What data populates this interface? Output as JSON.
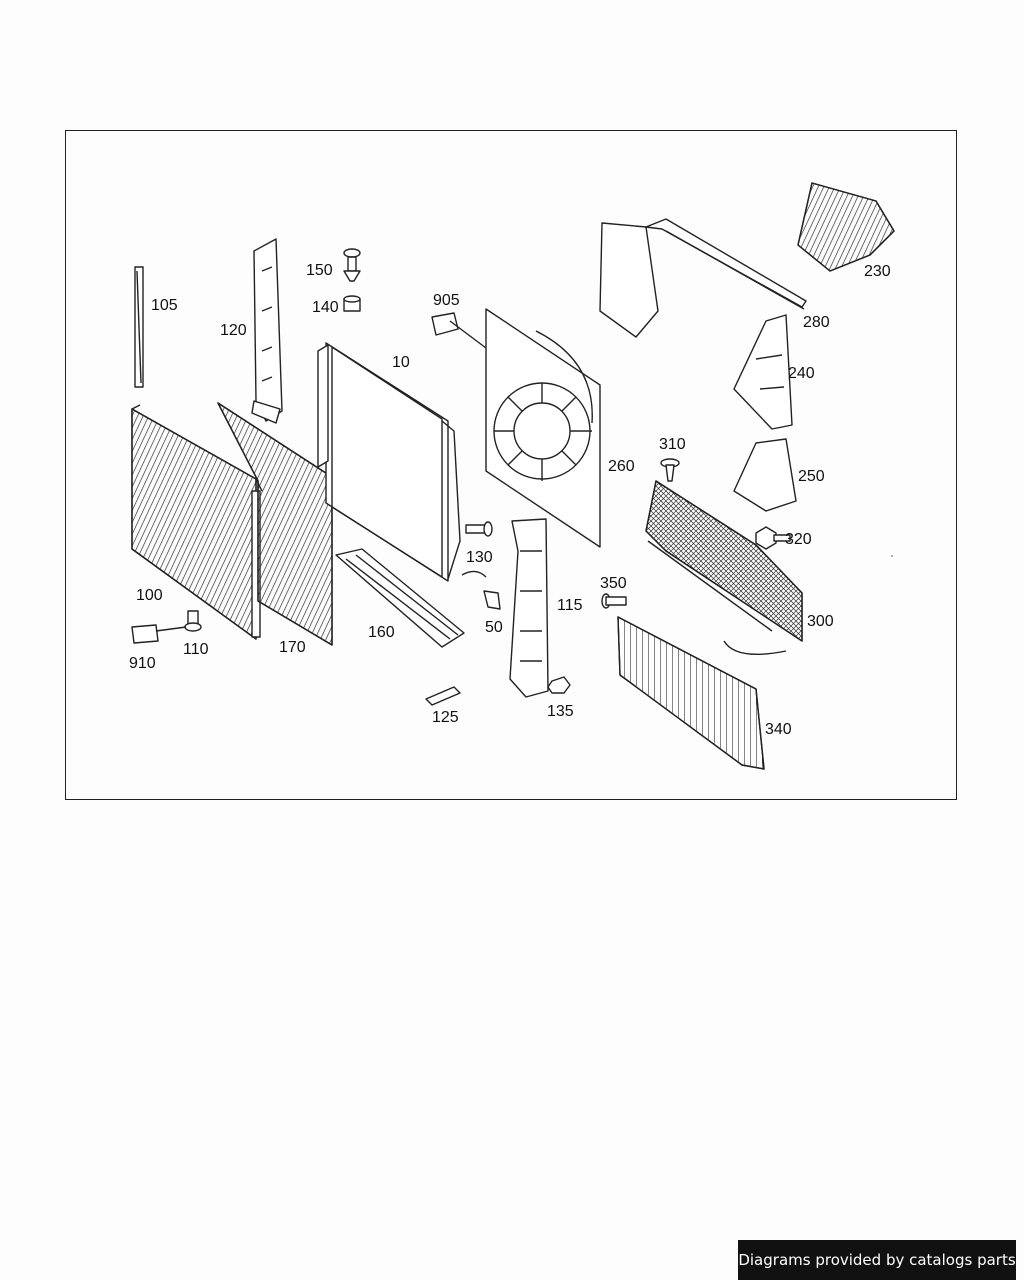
{
  "diagram": {
    "parts": [
      {
        "id": "p10",
        "label": "10"
      },
      {
        "id": "p50",
        "label": "50"
      },
      {
        "id": "p100",
        "label": "100"
      },
      {
        "id": "p105",
        "label": "105"
      },
      {
        "id": "p110",
        "label": "110"
      },
      {
        "id": "p115",
        "label": "115"
      },
      {
        "id": "p120",
        "label": "120"
      },
      {
        "id": "p125",
        "label": "125"
      },
      {
        "id": "p130",
        "label": "130"
      },
      {
        "id": "p135",
        "label": "135"
      },
      {
        "id": "p140",
        "label": "140"
      },
      {
        "id": "p150",
        "label": "150"
      },
      {
        "id": "p160",
        "label": "160"
      },
      {
        "id": "p170",
        "label": "170"
      },
      {
        "id": "p230",
        "label": "230"
      },
      {
        "id": "p240",
        "label": "240"
      },
      {
        "id": "p250",
        "label": "250"
      },
      {
        "id": "p260",
        "label": "260"
      },
      {
        "id": "p280",
        "label": "280"
      },
      {
        "id": "p300",
        "label": "300"
      },
      {
        "id": "p310",
        "label": "310"
      },
      {
        "id": "p320",
        "label": "320"
      },
      {
        "id": "p340",
        "label": "340"
      },
      {
        "id": "p350",
        "label": "350"
      },
      {
        "id": "p905",
        "label": "905"
      },
      {
        "id": "p910",
        "label": "910"
      }
    ]
  },
  "footer": {
    "watermark": "Diagrams provided by catalogs parts"
  }
}
